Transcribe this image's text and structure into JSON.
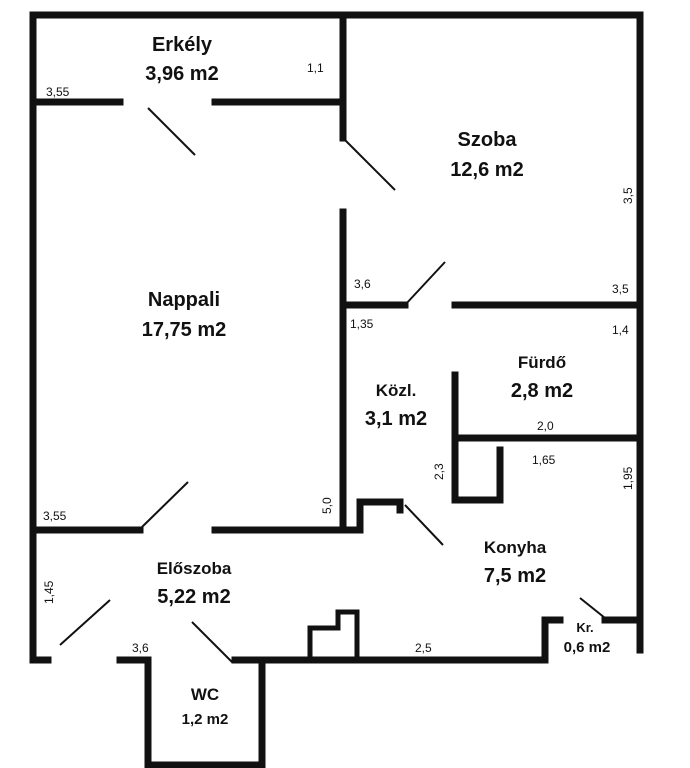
{
  "rooms": {
    "erkely": {
      "name": "Erkély",
      "area": "3,96 m2"
    },
    "szoba": {
      "name": "Szoba",
      "area": "12,6 m2"
    },
    "nappali": {
      "name": "Nappali",
      "area": "17,75 m2"
    },
    "furdo": {
      "name": "Fürdő",
      "area": "2,8 m2"
    },
    "kozl": {
      "name": "Közl.",
      "area": "3,1 m2"
    },
    "eloszoba": {
      "name": "Előszoba",
      "area": "5,22 m2"
    },
    "konyha": {
      "name": "Konyha",
      "area": "7,5 m2"
    },
    "kamra": {
      "name": "Kr.",
      "area": "0,6 m2"
    },
    "wc": {
      "name": "WC",
      "area": "1,2 m2"
    }
  },
  "dimensions": {
    "erkely_width": "3,55",
    "erkely_depth": "1,1",
    "szoba_side": "3,5",
    "szoba_width": "3,5",
    "szoba_bottom_left": "3,6",
    "nappali_width": "3,55",
    "nappali_length": "5,0",
    "kozl_width": "1,35",
    "furdo_width": "2,0",
    "furdo_depth": "1,4",
    "furdo_inner": "2,3",
    "konyha_top": "1,65",
    "konyha_side": "1,95",
    "konyha_bottom": "2,5",
    "eloszoba_side": "1,45",
    "wc_width": "3,6"
  }
}
